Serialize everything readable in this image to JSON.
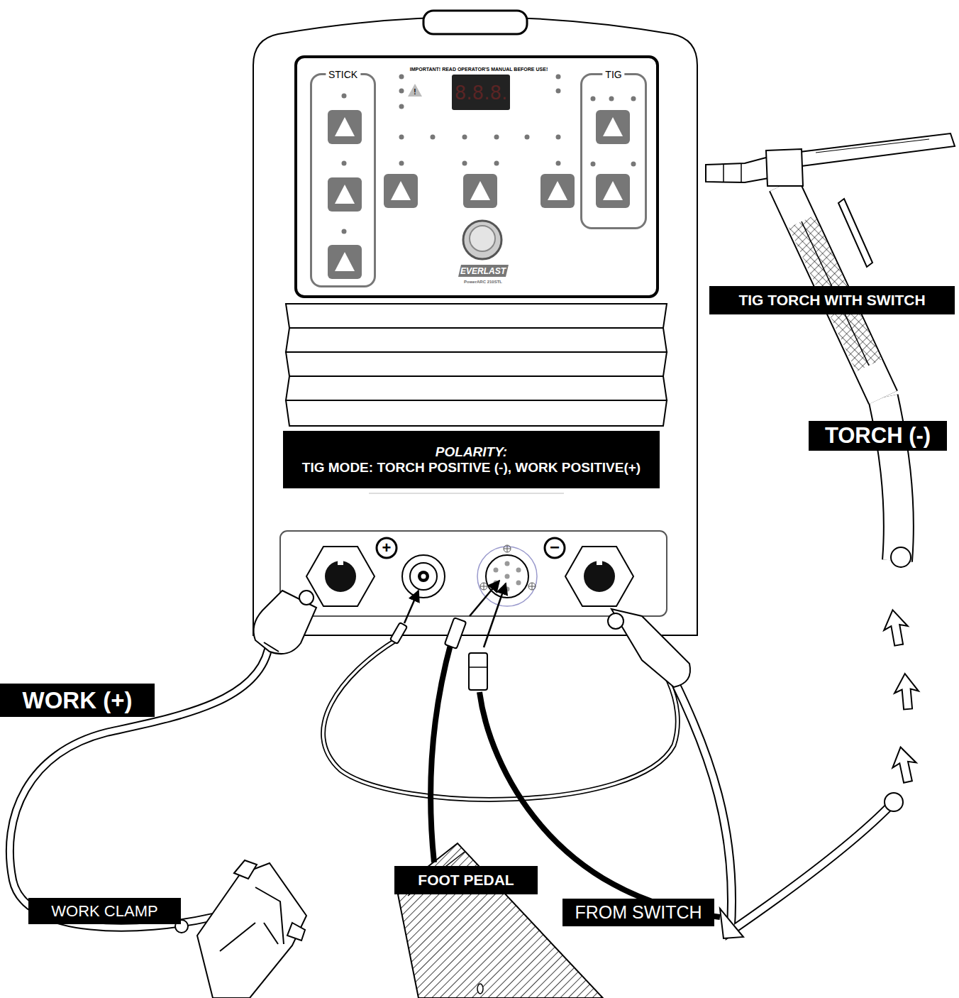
{
  "diagram": {
    "nodes": [
      {
        "text": [
          "STICK"
        ]
      },
      {
        "text": [
          "TIG"
        ]
      },
      {
        "text": [
          "POLARITY:",
          "TIG MODE: TORCH POSITIVE (-), WORK POSITIVE(+)"
        ]
      },
      {
        "text": [
          "TIG TORCH WITH SWITCH"
        ]
      },
      {
        "text": [
          "TORCH (-)"
        ]
      },
      {
        "text": [
          "WORK (+)"
        ]
      },
      {
        "text": [
          "WORK CLAMP"
        ]
      },
      {
        "text": [
          "FOOT PEDAL"
        ]
      },
      {
        "text": [
          "FROM SWITCH"
        ]
      }
    ],
    "labels": [
      "IMPORTANT!  READ OPERATOR'S MANUAL BEFORE USE!",
      "8.8.8.",
      "!",
      "EVERLAST",
      "PowerARC 210STL",
      "+",
      "−"
    ]
  }
}
